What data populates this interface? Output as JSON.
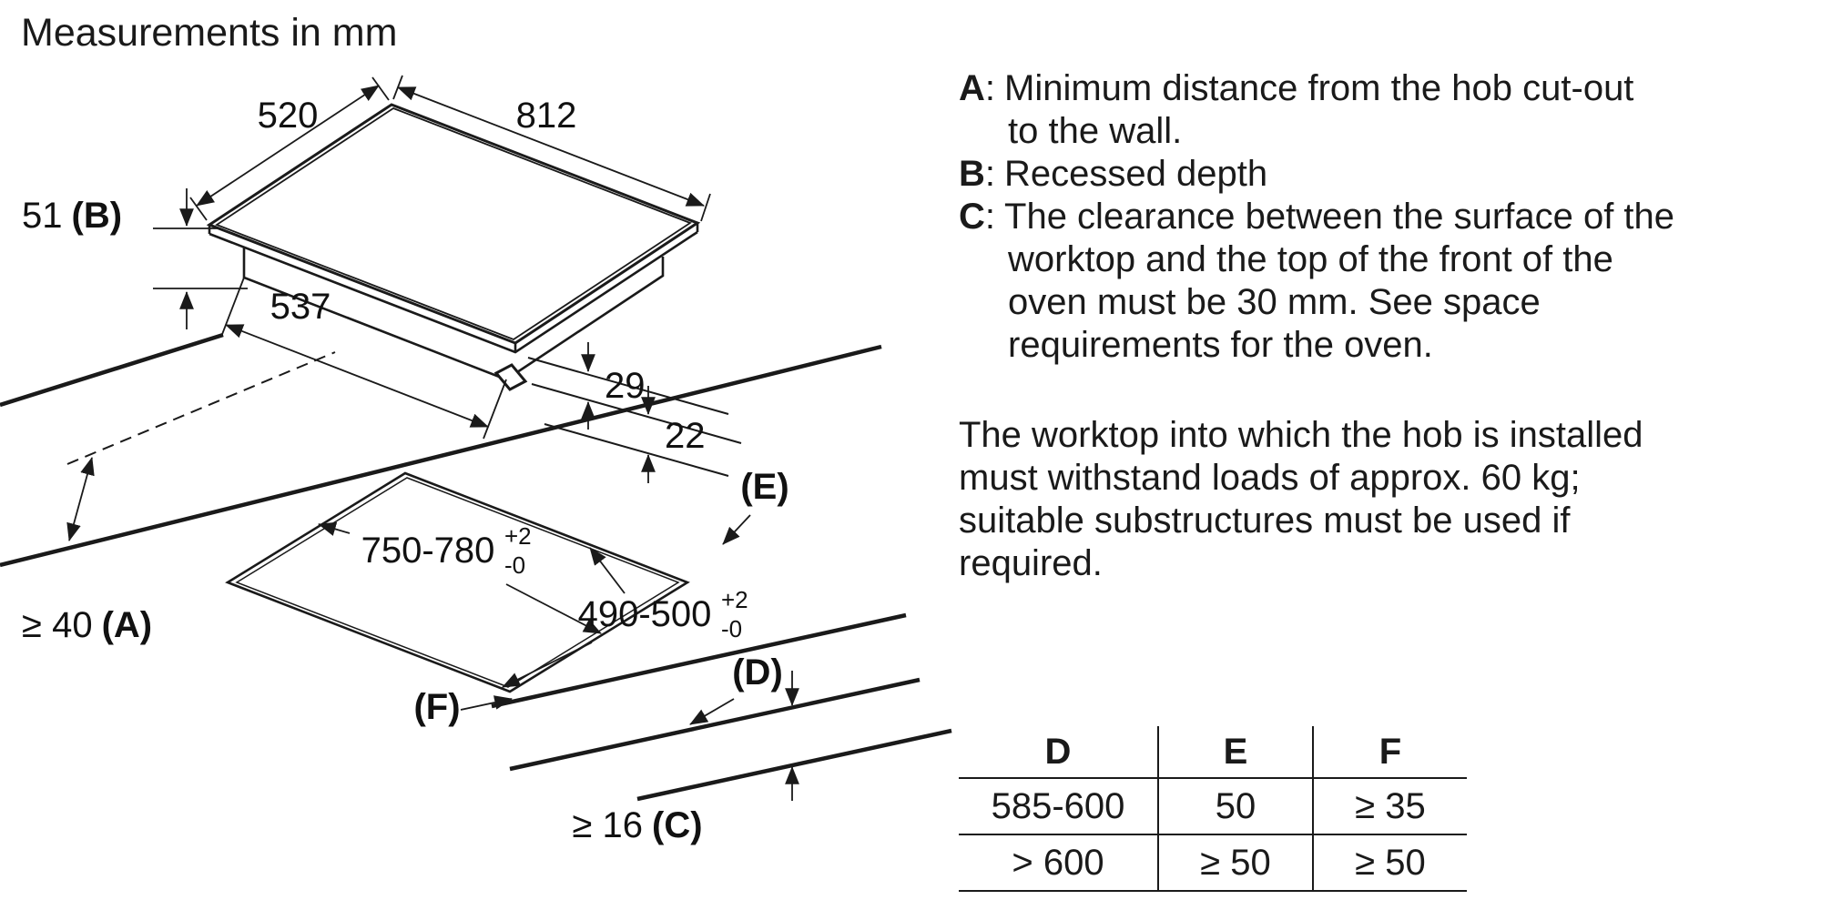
{
  "title": "Measurements in mm",
  "diagram": {
    "hob": {
      "width": "812",
      "depth": "520",
      "recess_value": "51",
      "recess_label": "(B)",
      "base_width": "537",
      "offset_front": "29",
      "offset_lower": "22"
    },
    "cutout": {
      "width": "750-780",
      "width_tol_plus": "+2",
      "width_tol_minus": "-0",
      "depth": "490-500",
      "depth_tol_plus": "+2",
      "depth_tol_minus": "-0"
    },
    "clearances": {
      "wall_value": "≥ 40",
      "wall_label": "(A)",
      "thickness_value": "≥ 16",
      "thickness_label": "(C)",
      "d": "(D)",
      "e": "(E)",
      "f": "(F)"
    }
  },
  "legend": {
    "separator": ":",
    "items": [
      {
        "term": "A",
        "lines": [
          "Minimum distance from the hob cut-out",
          "to the wall."
        ]
      },
      {
        "term": "B",
        "lines": [
          "Recessed depth"
        ]
      },
      {
        "term": "C",
        "lines": [
          "The clearance between the surface of the",
          "worktop and the top of the front of the",
          "oven must be 30 mm. See space",
          "requirements for the oven."
        ]
      }
    ],
    "note_lines": [
      "The worktop into which the hob is installed",
      "must withstand loads of approx. 60 kg;",
      "suitable substructures must be used if",
      "required."
    ]
  },
  "table": {
    "headers": [
      "D",
      "E",
      "F"
    ],
    "rows": [
      [
        "585-600",
        "50",
        "≥ 35"
      ],
      [
        "> 600",
        "≥ 50",
        "≥ 50"
      ]
    ]
  }
}
